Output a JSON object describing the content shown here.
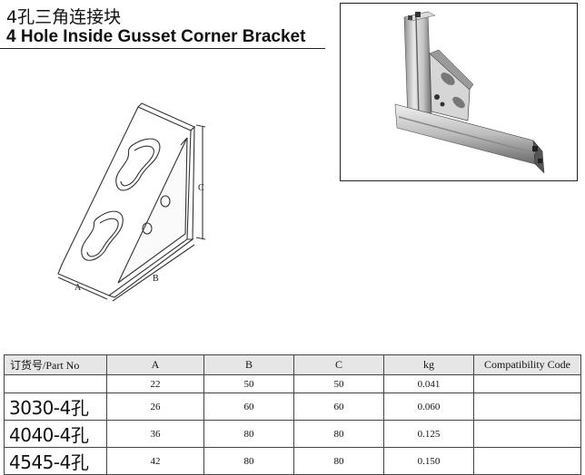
{
  "title": {
    "cn": "4孔三角连接块",
    "en": "4 Hole Inside Gusset Corner Bracket"
  },
  "drawing": {
    "label_a": "A",
    "label_b": "B",
    "label_c": "C"
  },
  "table": {
    "headers": [
      "订货号/Part No",
      "A",
      "B",
      "C",
      "kg",
      "Compatibility Code"
    ],
    "rows": [
      {
        "part": "",
        "a": "22",
        "b": "50",
        "c": "50",
        "kg": "0.041",
        "code": ""
      },
      {
        "part": "3030-4孔",
        "a": "26",
        "b": "60",
        "c": "60",
        "kg": "0.060",
        "code": ""
      },
      {
        "part": "4040-4孔",
        "a": "36",
        "b": "80",
        "c": "80",
        "kg": "0.125",
        "code": ""
      },
      {
        "part": "4545-4孔",
        "a": "42",
        "b": "80",
        "c": "80",
        "kg": "0.150",
        "code": ""
      }
    ]
  }
}
